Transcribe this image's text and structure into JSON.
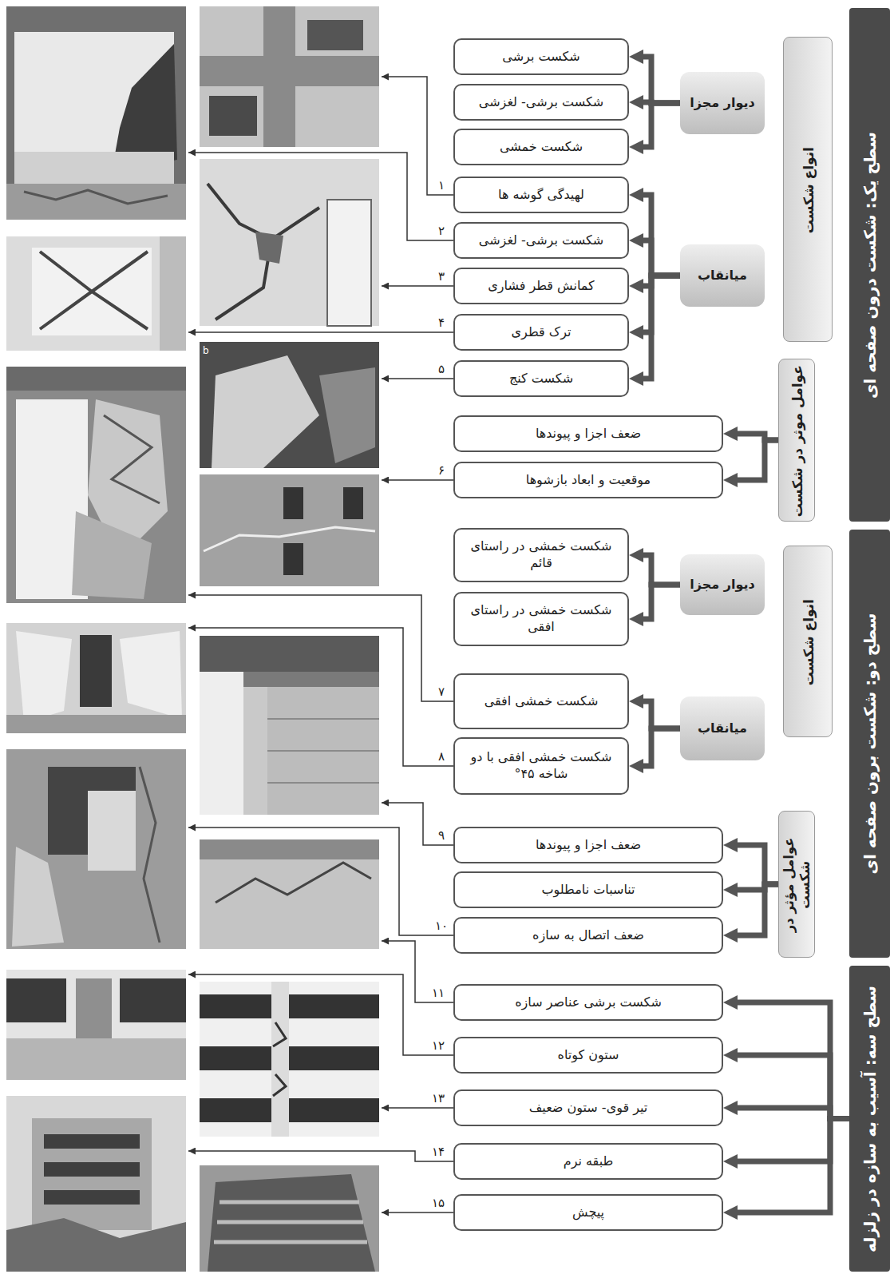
{
  "diagram": {
    "nodes": [
      {
        "text": [
          "سطح یک: شکست درون صفحه ای"
        ]
      },
      {
        "text": [
          "انواع شکست"
        ]
      },
      {
        "text": [
          "دیوار مجزا"
        ]
      },
      {
        "text": [
          "شکست برشی"
        ]
      },
      {
        "text": [
          "شکست برشی- لغزشی"
        ]
      },
      {
        "text": [
          "شکست خمشی"
        ]
      },
      {
        "text": [
          "میانقاب"
        ]
      },
      {
        "text": [
          "لهیدگی گوشه ها"
        ]
      },
      {
        "text": [
          "شکست برشی- لغزشی"
        ]
      },
      {
        "text": [
          "کمانش قطر فشاری"
        ]
      },
      {
        "text": [
          "ترک قطری"
        ]
      },
      {
        "text": [
          "شکست کنج"
        ]
      },
      {
        "text": [
          "عوامل موثر در شکست"
        ]
      },
      {
        "text": [
          "ضعف اجزا و پیوندها"
        ]
      },
      {
        "text": [
          "موقعیت و ابعاد بازشوها"
        ]
      },
      {
        "text": [
          "سطح دو: شکست برون صفحه ای"
        ]
      },
      {
        "text": [
          "انواع شکست"
        ]
      },
      {
        "text": [
          "دیوار مجزا"
        ]
      },
      {
        "text": [
          "شکست خمشی در راستای قائم"
        ]
      },
      {
        "text": [
          "شکست خمشی در راستای افقی"
        ]
      },
      {
        "text": [
          "میانقاب"
        ]
      },
      {
        "text": [
          "شکست خمشی افقی"
        ]
      },
      {
        "text": [
          "شکست خمشی افقی با دو شاخه ۴۵°"
        ]
      },
      {
        "text": [
          "عوامل مؤثر در شکست"
        ]
      },
      {
        "text": [
          "ضعف اجزا و پیوندها"
        ]
      },
      {
        "text": [
          "تناسبات نامطلوب"
        ]
      },
      {
        "text": [
          "ضعف اتصال به سازه"
        ]
      },
      {
        "text": [
          "سطح سه: آسیب به سازه در زلزله"
        ]
      },
      {
        "text": [
          "شکست برشی عناصر سازه"
        ]
      },
      {
        "text": [
          "ستون کوتاه"
        ]
      },
      {
        "text": [
          "تیر قوی- ستون ضعیف"
        ]
      },
      {
        "text": [
          "طبقه نرم"
        ]
      },
      {
        "text": [
          "پیچش"
        ]
      }
    ],
    "edges": [
      {
        "from": 2,
        "to": 3,
        "arrow": "to"
      },
      {
        "from": 2,
        "to": 4,
        "arrow": "to"
      },
      {
        "from": 2,
        "to": 5,
        "arrow": "to"
      },
      {
        "from": 6,
        "to": 7,
        "arrow": "to"
      },
      {
        "from": 6,
        "to": 8,
        "arrow": "to"
      },
      {
        "from": 6,
        "to": 9,
        "arrow": "to"
      },
      {
        "from": 6,
        "to": 10,
        "arrow": "to"
      },
      {
        "from": 6,
        "to": 11,
        "arrow": "to"
      },
      {
        "from": 12,
        "to": 13,
        "arrow": "to"
      },
      {
        "from": 12,
        "to": 14,
        "arrow": "to"
      },
      {
        "from": 17,
        "to": 18,
        "arrow": "to"
      },
      {
        "from": 17,
        "to": 19,
        "arrow": "to"
      },
      {
        "from": 20,
        "to": 21,
        "arrow": "to"
      },
      {
        "from": 20,
        "to": 22,
        "arrow": "to"
      },
      {
        "from": 23,
        "to": 24,
        "arrow": "to"
      },
      {
        "from": 23,
        "to": 25,
        "arrow": "to"
      },
      {
        "from": 23,
        "to": 26,
        "arrow": "to"
      },
      {
        "from": 27,
        "to": 28,
        "arrow": "to"
      },
      {
        "from": 27,
        "to": 29,
        "arrow": "to"
      },
      {
        "from": 27,
        "to": 30,
        "arrow": "to"
      },
      {
        "from": 27,
        "to": 31,
        "arrow": "to"
      },
      {
        "from": 27,
        "to": 32,
        "arrow": "to"
      }
    ],
    "labels": [
      "۱",
      "۲",
      "۳",
      "۴",
      "۵",
      "۶",
      "۷",
      "۸",
      "۹",
      "۱۰",
      "۱۱",
      "۱۲",
      "۱۳",
      "۱۴",
      "۱۵",
      "b"
    ]
  }
}
